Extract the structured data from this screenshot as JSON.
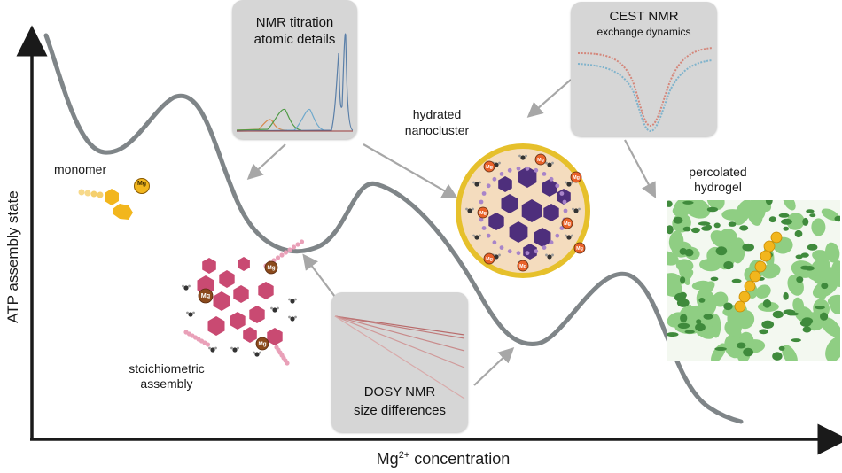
{
  "axes": {
    "ylabel": "ATP assembly state",
    "xlabel_base": "Mg",
    "xlabel_sup": "2+",
    "xlabel_rest": " concentration"
  },
  "labels": {
    "monomer": "monomer",
    "stoich_line1": "stoichiometric",
    "stoich_line2": "assembly",
    "nano_line1": "hydrated",
    "nano_line2": "nanocluster",
    "gel_line1": "percolated",
    "gel_line2": "hydrogel",
    "mg": "Mg"
  },
  "panels": {
    "nmr_titration": {
      "line1": "NMR titration",
      "line2": "atomic details"
    },
    "cest": {
      "line1": "CEST NMR",
      "line2": "exchange dynamics"
    },
    "dosy": {
      "line1": "DOSY NMR",
      "line2": "size differences"
    }
  },
  "colors": {
    "curve": "#7f8588",
    "panel": "#d6d6d6",
    "monomer": "#f2b61d",
    "stoich": "#c94a72",
    "nanocluster_fill": "#f4dcbe",
    "nanocluster_ring": "#e6c02b",
    "nanocluster_hex": "#4e2f7c",
    "mg_orange": "#e9622a",
    "hydrogel_light": "#8fce83",
    "hydrogel_dark": "#3f8a3c"
  }
}
